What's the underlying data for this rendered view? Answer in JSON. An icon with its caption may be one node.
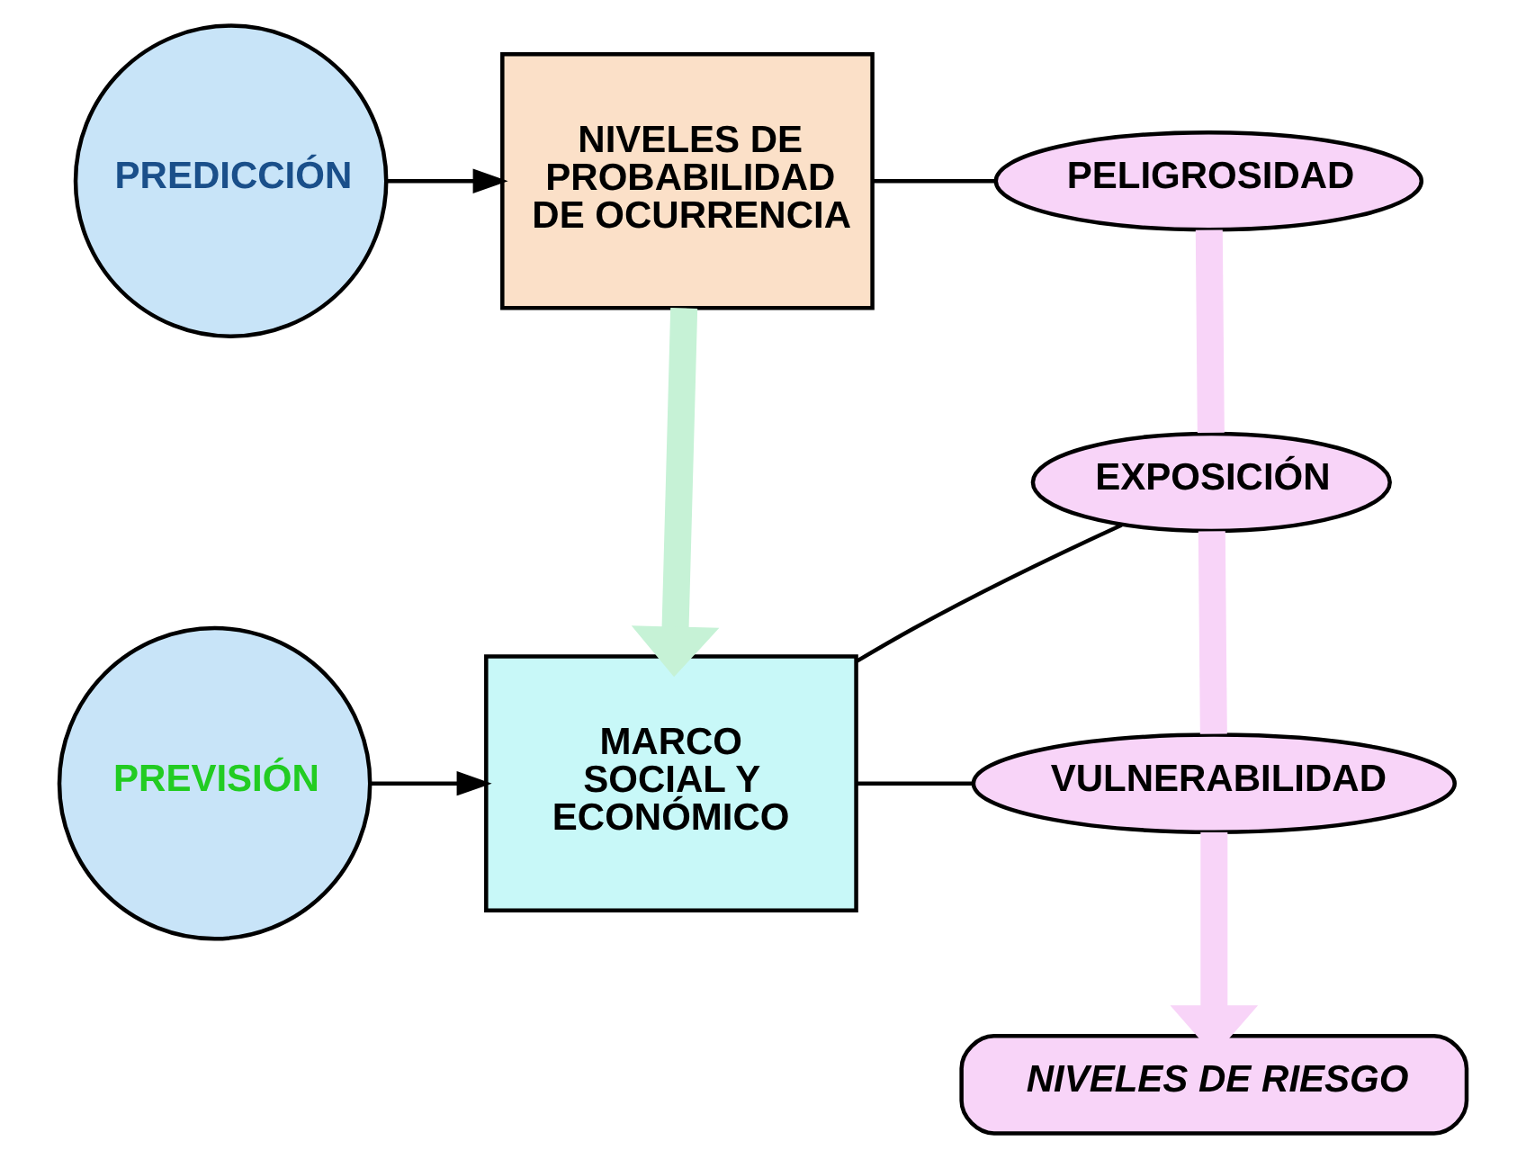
{
  "diagram": {
    "nodes": [
      {
        "text": [
          "PREDICCIÓN"
        ]
      },
      {
        "text": [
          "NIVELES DE PROBABILIDAD DE OCURRENCIA"
        ]
      },
      {
        "text": [
          "PELIGROSIDAD"
        ]
      },
      {
        "text": [
          "EXPOSICIÓN"
        ]
      },
      {
        "text": [
          "PREVISIÓN"
        ]
      },
      {
        "text": [
          "MARCO SOCIAL Y ECONÓMICO"
        ]
      },
      {
        "text": [
          "VULNERABILIDAD"
        ]
      },
      {
        "text": [
          "NIVELES DE RIESGO"
        ]
      }
    ],
    "edges": [
      {
        "from": 0,
        "to": 1,
        "arrow": "to"
      },
      {
        "from": 1,
        "to": 2,
        "arrow": "none"
      },
      {
        "from": 1,
        "to": 5,
        "arrow": "to",
        "style": "thick",
        "color": "#c6f2d6"
      },
      {
        "from": 2,
        "to": 3,
        "arrow": "none",
        "style": "thick",
        "color": "#f8d4f8"
      },
      {
        "from": 3,
        "to": 6,
        "arrow": "none",
        "style": "thick",
        "color": "#f8d4f8"
      },
      {
        "from": 6,
        "to": 7,
        "arrow": "to",
        "style": "thick",
        "color": "#f8d4f8"
      },
      {
        "from": 4,
        "to": 5,
        "arrow": "to"
      },
      {
        "from": 5,
        "to": 3,
        "arrow": "none"
      },
      {
        "from": 5,
        "to": 6,
        "arrow": "none"
      }
    ]
  }
}
